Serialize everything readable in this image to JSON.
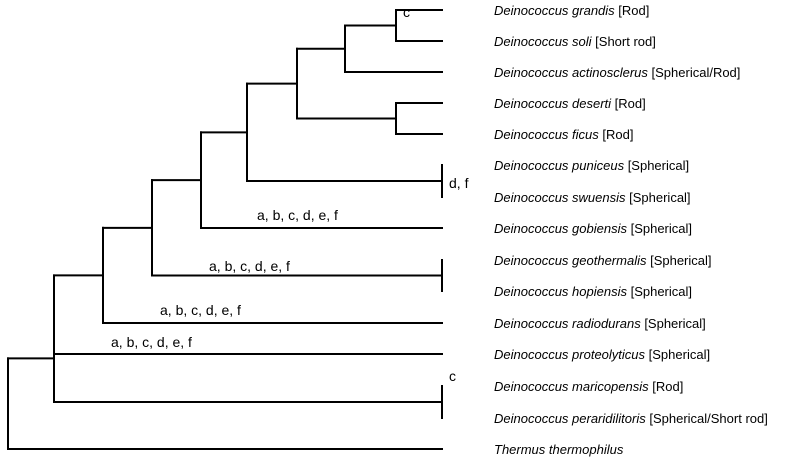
{
  "tree": {
    "taxa": [
      {
        "id": "grandis",
        "name": "Deinococcus grandis",
        "morphology": "[Rod]"
      },
      {
        "id": "soli",
        "name": "Deinococcus soli",
        "morphology": "[Short rod]"
      },
      {
        "id": "actinosclerus",
        "name": "Deinococcus actinosclerus",
        "morphology": "[Spherical/Rod]"
      },
      {
        "id": "deserti",
        "name": "Deinococcus deserti",
        "morphology": "[Rod]"
      },
      {
        "id": "ficus",
        "name": "Deinococcus ficus",
        "morphology": "[Rod]"
      },
      {
        "id": "puniceus",
        "name": "Deinococcus puniceus",
        "morphology": "[Spherical]"
      },
      {
        "id": "swuensis",
        "name": "Deinococcus swuensis",
        "morphology": "[Spherical]"
      },
      {
        "id": "gobiensis",
        "name": "Deinococcus gobiensis",
        "morphology": "[Spherical]"
      },
      {
        "id": "geothermalis",
        "name": "Deinococcus geothermalis",
        "morphology": "[Spherical]"
      },
      {
        "id": "hopiensis",
        "name": "Deinococcus hopiensis",
        "morphology": "[Spherical]"
      },
      {
        "id": "radiodurans",
        "name": "Deinococcus radiodurans",
        "morphology": "[Spherical]"
      },
      {
        "id": "proteolyticus",
        "name": "Deinococcus proteolyticus",
        "morphology": "[Spherical]"
      },
      {
        "id": "maricopensis",
        "name": "Deinococcus maricopensis",
        "morphology": "[Rod]"
      },
      {
        "id": "peraridilitoris",
        "name": "Deinococcus peraridilitoris",
        "morphology": "[Spherical/Short rod]"
      },
      {
        "id": "thermus",
        "name": "Thermus thermophilus",
        "morphology": ""
      }
    ],
    "node_labels": [
      {
        "id": "grandis-soli",
        "text": "c"
      },
      {
        "id": "puniceus-swuensis",
        "text": "d, f"
      },
      {
        "id": "gobiensis-clade",
        "text": "a, b, c, d, e, f"
      },
      {
        "id": "geothermalis-clade",
        "text": "a, b, c, d, e, f"
      },
      {
        "id": "radiodurans-clade",
        "text": "a, b, c, d, e, f"
      },
      {
        "id": "proteolyticus-clade",
        "text": "a, b, c, d, e, f"
      },
      {
        "id": "maricopensis-peraridilitoris",
        "text": "c"
      }
    ]
  }
}
